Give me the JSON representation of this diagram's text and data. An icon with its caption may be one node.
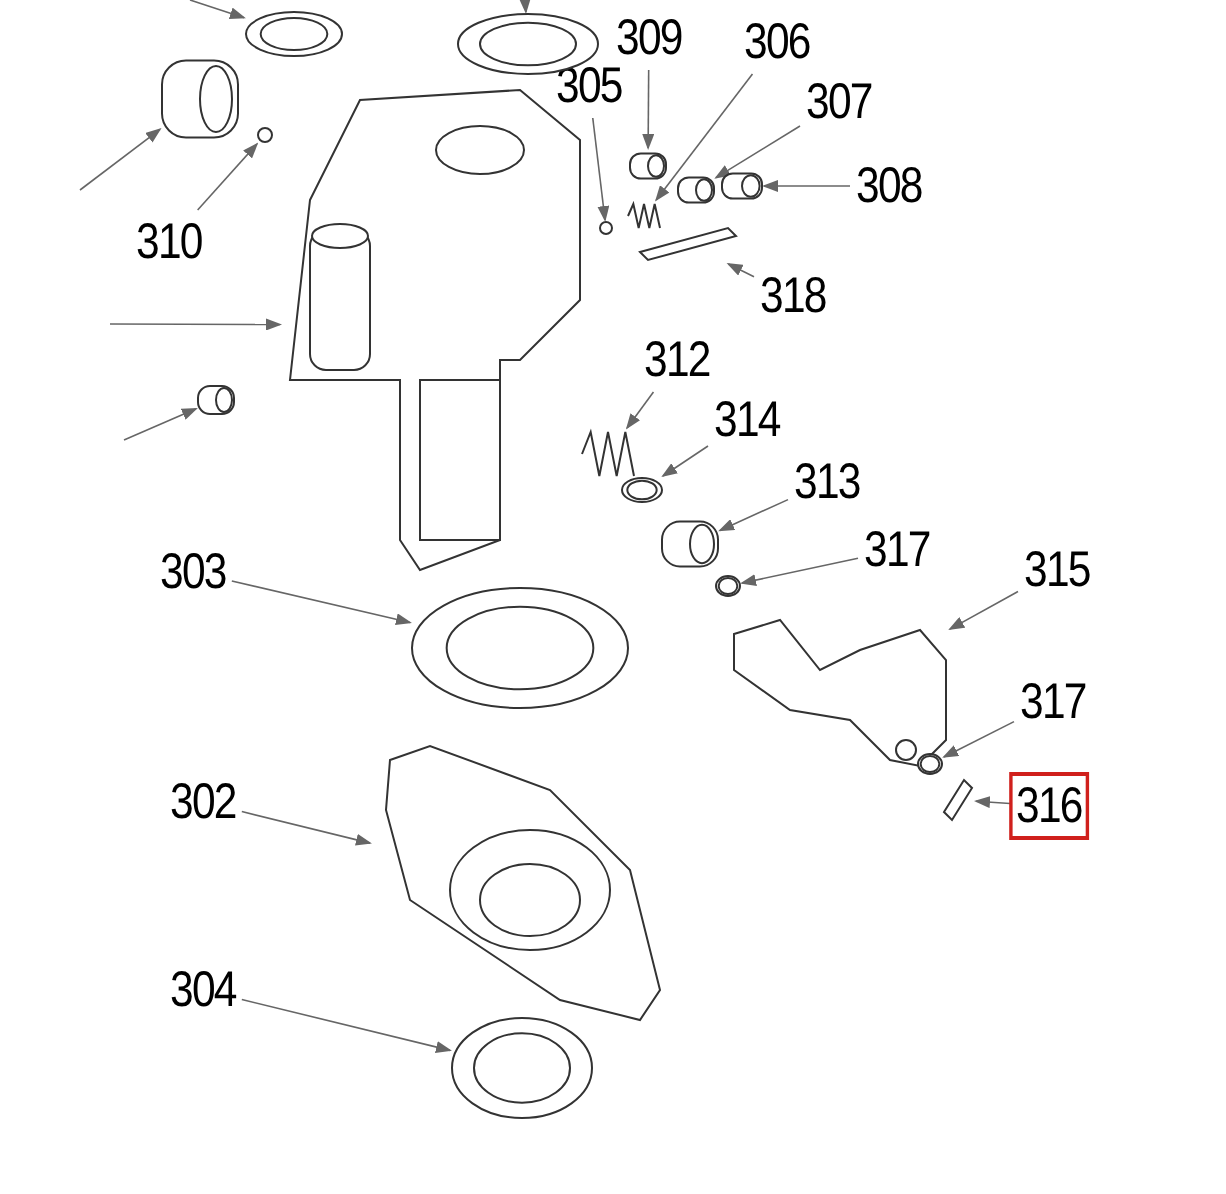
{
  "diagram": {
    "nodes": [
      {
        "text": [
          "310"
        ]
      },
      {
        "text": [
          "305"
        ]
      },
      {
        "text": [
          "309"
        ]
      },
      {
        "text": [
          "306"
        ]
      },
      {
        "text": [
          "307"
        ]
      },
      {
        "text": [
          "308"
        ]
      },
      {
        "text": [
          "318"
        ]
      },
      {
        "text": [
          "312"
        ]
      },
      {
        "text": [
          "314"
        ]
      },
      {
        "text": [
          "313"
        ]
      },
      {
        "text": [
          "317"
        ]
      },
      {
        "text": [
          "315"
        ]
      },
      {
        "text": [
          "317"
        ]
      },
      {
        "text": [
          "316"
        ]
      },
      {
        "text": [
          "303"
        ]
      },
      {
        "text": [
          "302"
        ]
      },
      {
        "text": [
          "304"
        ]
      },
      {
        "text": [],
        "shape": "picture"
      },
      {
        "text": [],
        "shape": "picture"
      },
      {
        "text": [],
        "shape": "picture"
      },
      {
        "text": [],
        "shape": "picture"
      },
      {
        "text": [],
        "shape": "circle"
      },
      {
        "text": [],
        "shape": "circle"
      },
      {
        "text": [],
        "shape": "picture"
      },
      {
        "text": [],
        "shape": "picture"
      },
      {
        "text": [],
        "shape": "picture"
      },
      {
        "text": [],
        "shape": "picture"
      },
      {
        "text": [],
        "shape": "picture"
      },
      {
        "text": [],
        "shape": "picture"
      },
      {
        "text": [],
        "shape": "picture"
      },
      {
        "text": [],
        "shape": "picture"
      },
      {
        "text": [],
        "shape": "picture"
      },
      {
        "text": [],
        "shape": "picture"
      },
      {
        "text": [],
        "shape": "picture"
      },
      {
        "text": [],
        "shape": "picture"
      },
      {
        "text": [],
        "shape": "picture"
      },
      {
        "text": [],
        "shape": "picture"
      },
      {
        "text": [],
        "shape": "picture"
      },
      {
        "text": [],
        "shape": "picture"
      }
    ],
    "edges": [
      {
        "from": 0,
        "to": 21,
        "arrow": "to"
      },
      {
        "from": 1,
        "to": 22,
        "arrow": "to"
      },
      {
        "from": 2,
        "to": 23,
        "arrow": "to"
      },
      {
        "from": 3,
        "to": 24,
        "arrow": "to"
      },
      {
        "from": 4,
        "to": 25,
        "arrow": "to"
      },
      {
        "from": 5,
        "to": 26,
        "arrow": "to"
      },
      {
        "from": 6,
        "to": 27,
        "arrow": "to"
      },
      {
        "from": 7,
        "to": 29,
        "arrow": "to"
      },
      {
        "from": 8,
        "to": 30,
        "arrow": "to"
      },
      {
        "from": 9,
        "to": 31,
        "arrow": "to"
      },
      {
        "from": 10,
        "to": 32,
        "arrow": "to"
      },
      {
        "from": 11,
        "to": 33,
        "arrow": "to"
      },
      {
        "from": 12,
        "to": 34,
        "arrow": "to"
      },
      {
        "from": 13,
        "to": 35,
        "arrow": "to"
      },
      {
        "from": 14,
        "to": 36,
        "arrow": "to"
      },
      {
        "from": 15,
        "to": 37,
        "arrow": "to"
      },
      {
        "from": 16,
        "to": 38,
        "arrow": "to"
      },
      {
        "from": null,
        "to": 17,
        "arrow": "to"
      },
      {
        "from": null,
        "to": 18,
        "arrow": "to"
      },
      {
        "from": null,
        "to": 19,
        "arrow": "to"
      },
      {
        "from": null,
        "to": 20,
        "arrow": "to"
      },
      {
        "from": null,
        "to": 28,
        "arrow": "to"
      }
    ]
  }
}
